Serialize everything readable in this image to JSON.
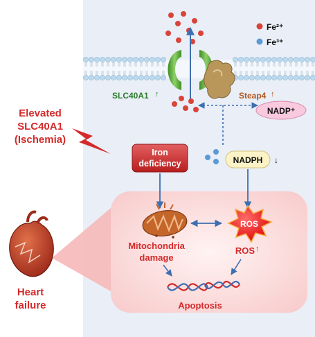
{
  "legend": {
    "fe2_label": "Fe²⁺",
    "fe3_label": "Fe³⁺"
  },
  "labels": {
    "slc40a1": "SLC40A1",
    "slc40a1_arrow": "↑",
    "steap4": "Steap4",
    "steap4_arrow": "↑",
    "nadp": "NADP⁺",
    "nadph": "NADPH",
    "nadph_arrow": "↓",
    "elevated_line1": "Elevated",
    "elevated_line2": "SLC40A1",
    "elevated_line3": "(Ischemia)",
    "iron_line1": "Iron",
    "iron_line2": "deficiency",
    "mito_line1": "Mitochondria",
    "mito_line2": "damage",
    "ros_burst": "ROS",
    "ros_text": "ROS",
    "ros_arrow": "↑",
    "apoptosis": "Apoptosis",
    "heart_line1": "Heart",
    "heart_line2": "failure"
  },
  "colors": {
    "cell_bg": "#e9eef7",
    "membrane_head": "#bcd9ee",
    "fe2": "#d9443a",
    "fe3": "#5b9ad6",
    "slc40a1_green": "#5fae3c",
    "steap4_brown": "#b9975b",
    "accent_red": "#d42a2a",
    "green_text": "#2e7d2e",
    "brown_text": "#b0571f",
    "arrow_blue": "#3d6fb0",
    "pink_zone": "#fde0e0"
  }
}
